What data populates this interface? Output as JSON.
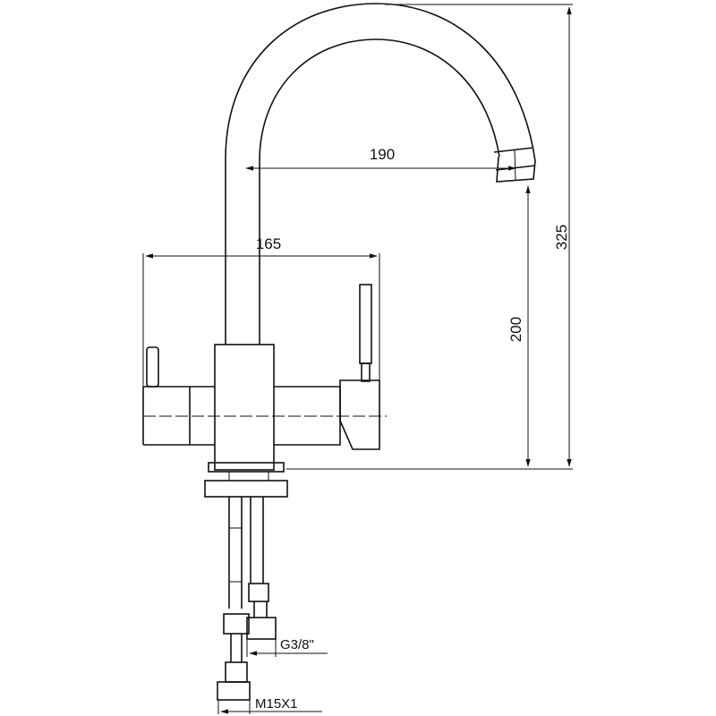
{
  "dimensions": {
    "height_total": "325",
    "height_spout": "200",
    "reach_spout": "190",
    "width_body": "165"
  },
  "connections": {
    "hose_thread": "G3/8\"",
    "mount_thread": "M15X1"
  }
}
